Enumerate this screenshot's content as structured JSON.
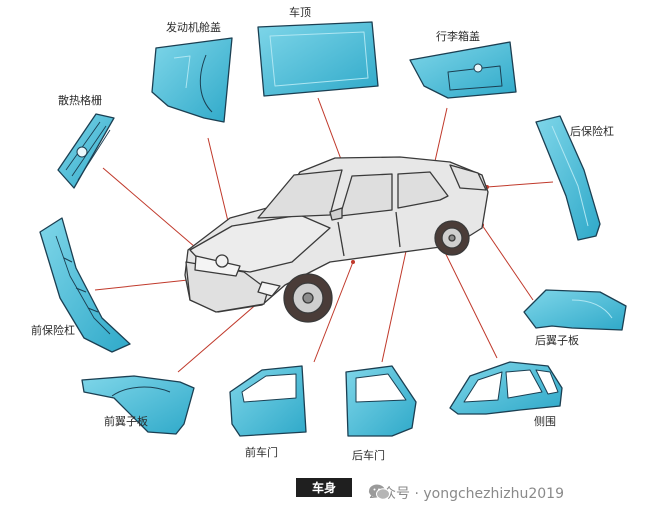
{
  "labels": {
    "roof": "车顶",
    "hood": "发动机舱盖",
    "trunk": "行李箱盖",
    "grille": "散热格栅",
    "rear_bumper": "后保险杠",
    "front_bumper": "前保险杠",
    "rear_fender": "后翼子板",
    "front_fender": "前翼子板",
    "front_door": "前车门",
    "rear_door": "后车门",
    "side_frame": "侧围"
  },
  "caption": "车身",
  "watermark": "公众号 · yongchezhizhu2019",
  "colors": {
    "part_fill": "#39b8d6",
    "part_light": "#7fd6e9",
    "part_outline": "#1b3f52",
    "leader_line": "#c0392b",
    "body_fill": "#e7e7e7"
  }
}
